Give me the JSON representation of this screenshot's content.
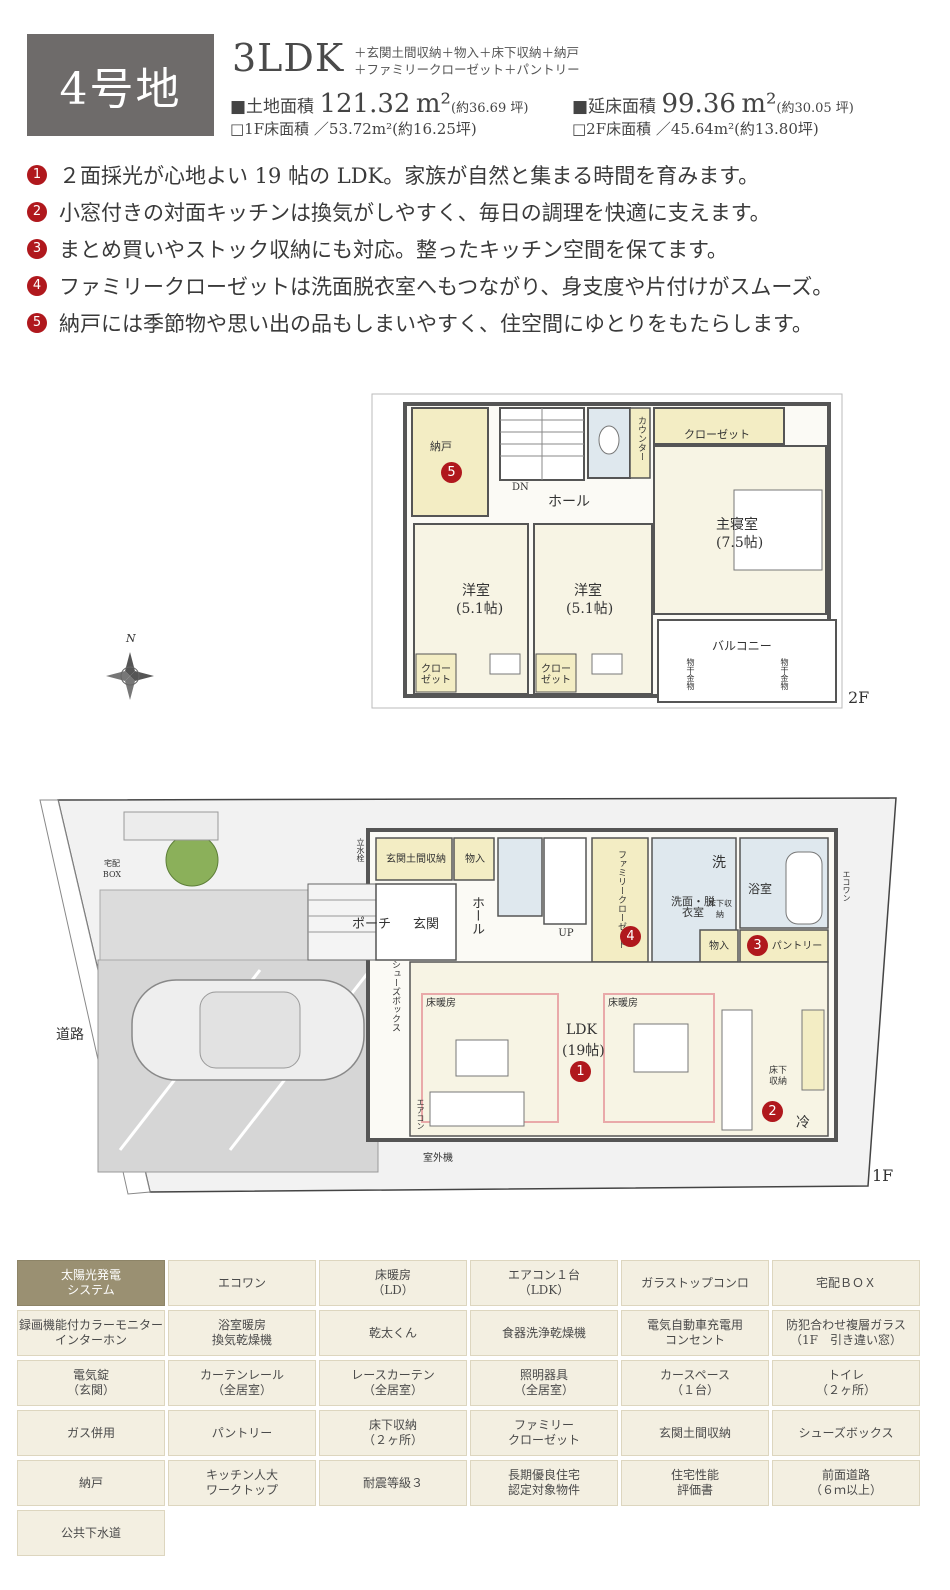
{
  "header": {
    "lot": "4号地",
    "layout": "3LDK",
    "extras_line1": "＋玄関土間収納＋物入＋床下収納＋納戸",
    "extras_line2": "＋ファミリークローゼット＋パントリー",
    "land_area_label": "■土地面積",
    "land_area_value": "121.32",
    "land_area_unit": "m²",
    "land_area_tsubo": "(約36.69 坪)",
    "floor_area_label": "■延床面積",
    "floor_area_value": "99.36",
    "floor_area_unit": "m²",
    "floor_area_tsubo": "(約30.05 坪)",
    "floor1_label": "□1F床面積",
    "floor1_value": "／53.72m²(約16.25坪)",
    "floor2_label": "□2F床面積",
    "floor2_value": "／45.64m²(約13.80坪)"
  },
  "features": [
    {
      "num": "1",
      "text": "２面採光が心地よい 19 帖の LDK。家族が自然と集まる時間を育みます。"
    },
    {
      "num": "2",
      "text": "小窓付きの対面キッチンは換気がしやすく、毎日の調理を快適に支えます。"
    },
    {
      "num": "3",
      "text": "まとめ買いやストック収納にも対応。整ったキッチン空間を保てます。"
    },
    {
      "num": "4",
      "text": "ファミリークローゼットは洗面脱衣室へもつながり、身支度や片付けがスムーズ。"
    },
    {
      "num": "5",
      "text": "納戸には季節物や思い出の品もしまいやすく、住空間にゆとりをもたらします。"
    }
  ],
  "plan2f": {
    "floor_tag": "2F",
    "nando": "納戸",
    "hall": "ホール",
    "dn": "DN",
    "counter": "カウンター",
    "closet": "クローゼット",
    "master": "主寝室",
    "master_size": "(7.5帖)",
    "western1": "洋室",
    "western1_size": "(5.1帖)",
    "western2": "洋室",
    "western2_size": "(5.1帖)",
    "balcony": "バルコニー",
    "hanger1": "物干金物",
    "hanger2": "物干金物",
    "closet_small1": "クロー\nゼット",
    "closet_small2": "クロー\nゼット",
    "marker": "5",
    "compass_n": "N"
  },
  "plan1f": {
    "floor_tag": "1F",
    "road": "道路",
    "delivery_box": "宅配BOX",
    "faucet": "立水栓",
    "porch": "ポーチ",
    "entrance": "玄関",
    "hall": "ホール",
    "entrance_storage": "玄関土間収納",
    "storage": "物入",
    "shoes_box": "シューズボックス",
    "family_closet": "ファミリークローゼット",
    "washroom": "洗面・脱衣室",
    "wash": "洗",
    "bath": "浴室",
    "underfloor1": "床下収納",
    "storage2": "物入",
    "pantry": "パントリー",
    "ldk": "LDK",
    "ldk_size": "(19帖)",
    "floor_heating1": "床暖房",
    "floor_heating2": "床暖房",
    "underfloor2": "床下収納",
    "fridge": "冷",
    "up": "UP",
    "outdoor_unit": "室外機",
    "aircon": "エアコン",
    "ecowan": "エコワン",
    "marker1": "1",
    "marker2": "2",
    "marker3": "3",
    "marker4": "4"
  },
  "equipment": [
    {
      "label": "太陽光発電\nシステム",
      "active": true
    },
    {
      "label": "エコワン",
      "active": false
    },
    {
      "label": "床暖房\n（LD）",
      "active": false
    },
    {
      "label": "エアコン１台\n（LDK）",
      "active": false
    },
    {
      "label": "ガラストップコンロ",
      "active": false
    },
    {
      "label": "宅配ＢＯＸ",
      "active": false
    },
    {
      "label": "録画機能付カラーモニター\nインターホン",
      "active": false
    },
    {
      "label": "浴室暖房\n換気乾燥機",
      "active": false
    },
    {
      "label": "乾太くん",
      "active": false
    },
    {
      "label": "食器洗浄乾燥機",
      "active": false
    },
    {
      "label": "電気自動車充電用\nコンセント",
      "active": false
    },
    {
      "label": "防犯合わせ複層ガラス\n（1F　引き違い窓）",
      "active": false
    },
    {
      "label": "電気錠\n（玄関）",
      "active": false
    },
    {
      "label": "カーテンレール\n（全居室）",
      "active": false
    },
    {
      "label": "レースカーテン\n（全居室）",
      "active": false
    },
    {
      "label": "照明器具\n（全居室）",
      "active": false
    },
    {
      "label": "カースペース\n（１台）",
      "active": false
    },
    {
      "label": "トイレ\n（２ヶ所）",
      "active": false
    },
    {
      "label": "ガス併用",
      "active": false
    },
    {
      "label": "パントリー",
      "active": false
    },
    {
      "label": "床下収納\n（２ヶ所）",
      "active": false
    },
    {
      "label": "ファミリー\nクローゼット",
      "active": false
    },
    {
      "label": "玄関土間収納",
      "active": false
    },
    {
      "label": "シューズボックス",
      "active": false
    },
    {
      "label": "納戸",
      "active": false
    },
    {
      "label": "キッチン人大\nワークトップ",
      "active": false
    },
    {
      "label": "耐震等級３",
      "active": false
    },
    {
      "label": "長期優良住宅\n認定対象物件",
      "active": false
    },
    {
      "label": "住宅性能\n評価書",
      "active": false
    },
    {
      "label": "前面道路\n（６ｍ以上）",
      "active": false
    },
    {
      "label": "公共下水道",
      "active": false
    }
  ]
}
